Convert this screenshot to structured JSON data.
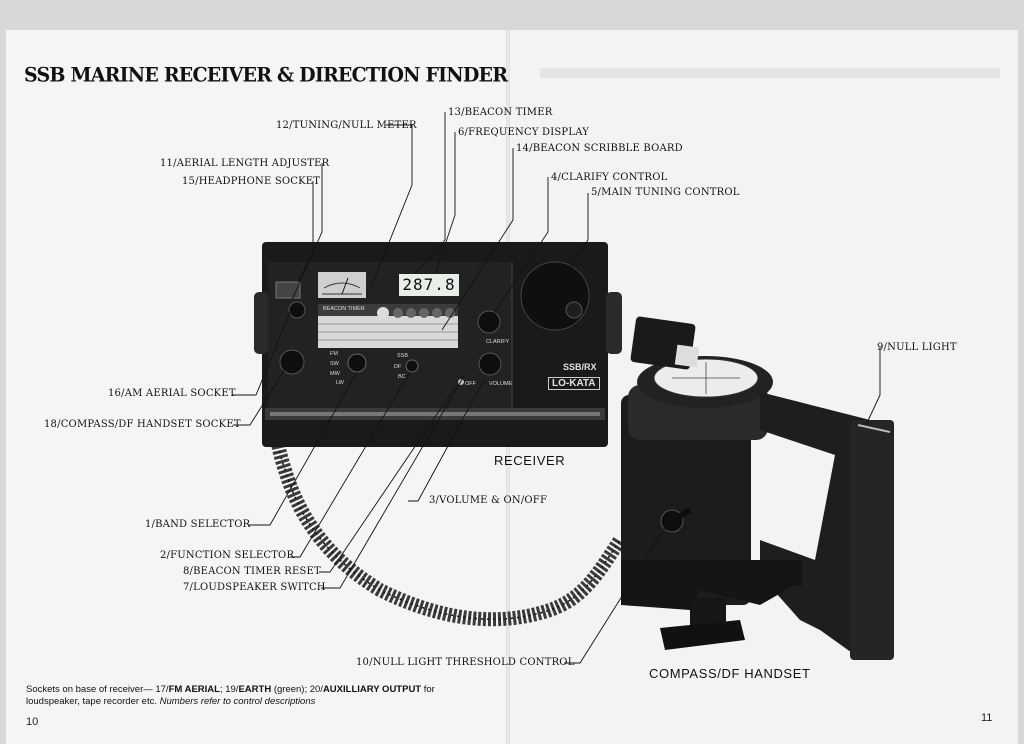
{
  "document": {
    "title": "SSB MARINE RECEIVER & DIRECTION FINDER",
    "page_left": "10",
    "page_right": "11"
  },
  "labels": {
    "tuning_null_meter": "12/TUNING/NULL METER",
    "beacon_timer": "13/BEACON TIMER",
    "frequency_display": "6/FREQUENCY DISPLAY",
    "beacon_scribble_board": "14/BEACON SCRIBBLE BOARD",
    "aerial_length_adjuster": "11/AERIAL LENGTH ADJUSTER",
    "headphone_socket": "15/HEADPHONE SOCKET",
    "clarify_control": "4/CLARIFY CONTROL",
    "main_tuning_control": "5/MAIN TUNING CONTROL",
    "null_light": "9/NULL LIGHT",
    "am_aerial_socket": "16/AM AERIAL SOCKET",
    "compass_df_handset_socket": "18/COMPASS/DF HANDSET SOCKET",
    "volume_on_off": "3/VOLUME & ON/OFF",
    "band_selector": "1/BAND SELECTOR",
    "function_selector": "2/FUNCTION SELECTOR",
    "beacon_timer_reset": "8/BEACON TIMER RESET",
    "loudspeaker_switch": "7/LOUDSPEAKER SWITCH",
    "null_light_threshold_control": "10/NULL LIGHT THRESHOLD CONTROL"
  },
  "captions": {
    "receiver": "RECEIVER",
    "compass_handset": "COMPASS/DF HANDSET"
  },
  "device": {
    "frequency_value": "287.8",
    "beacon_timer_panel": "BEACON TIMER",
    "clarify": "CLARIFY",
    "volume": "VOLUME",
    "model": "SSB/RX",
    "brand": "LO-KATA",
    "band_fm": "FM",
    "band_sw": "SW",
    "band_mw": "MW",
    "band_lw": "LW",
    "func_ssb": "SSB",
    "func_df": "DF",
    "func_bc": "BC",
    "off": "OFF"
  },
  "footnote": {
    "prefix": "Sockets on base of receiver— 17/",
    "fm_aerial": "FM AERIAL",
    "mid1": "; 19/",
    "earth": "EARTH",
    "mid2": " (green); 20/",
    "aux": "AUXILLIARY OUTPUT",
    "after_aux": " for",
    "line2": "loudspeaker, tape recorder etc. ",
    "note": "Numbers refer to control descriptions"
  }
}
